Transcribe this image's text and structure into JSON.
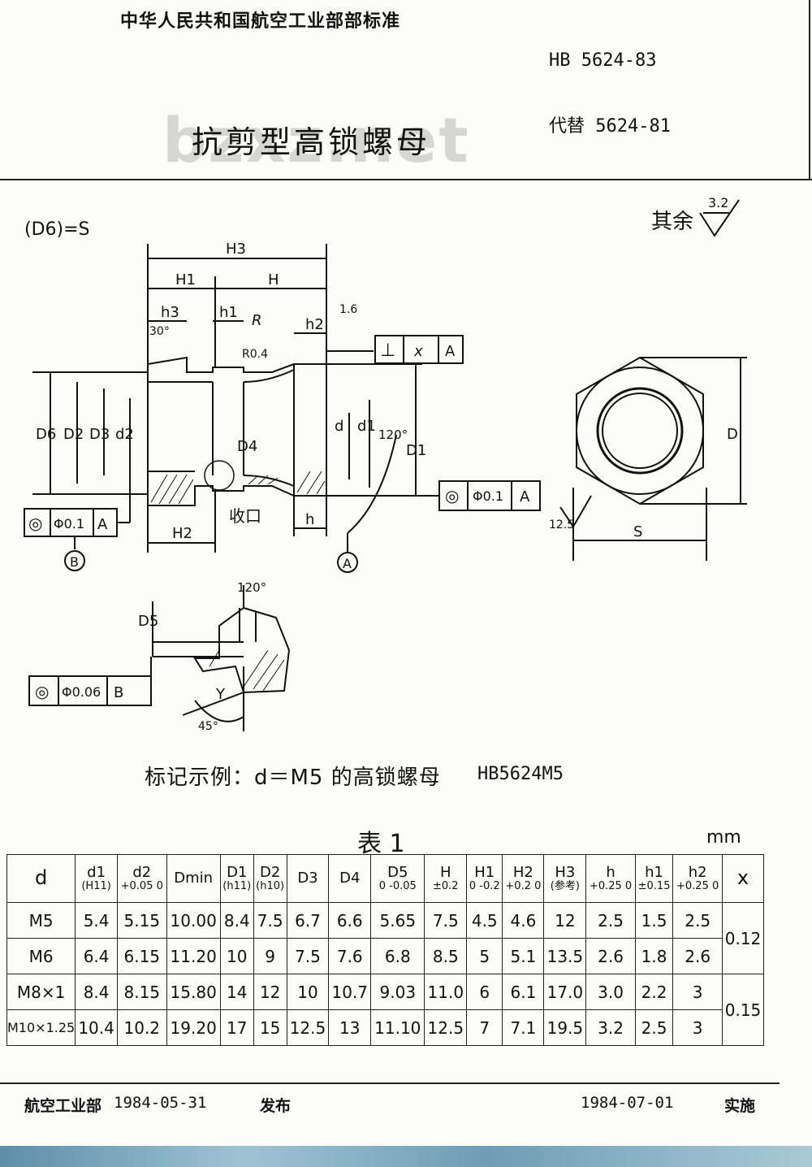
{
  "header": {
    "org": "中华人民共和国航空工业部部标准",
    "std_no": "HB 5624-83",
    "title": "抗剪型高锁螺母",
    "replace": "代替 5624-81",
    "watermark": "bzxz.net"
  },
  "drawing": {
    "d6_note": "(D6)=S",
    "roughness_rest": "其余",
    "roughness_value": "3.2",
    "labels": {
      "H3": "H3",
      "H1": "H1",
      "H": "H",
      "h3": "h3",
      "h1": "h1",
      "h2": "h2",
      "R": "R",
      "R04": "R0.4",
      "angle30": "30°",
      "rough16": "1.6",
      "D6": "D6",
      "D2": "D2",
      "D3": "D3",
      "d2": "d2",
      "D4": "D4",
      "d": "d",
      "d1": "d1",
      "angle120": "120°",
      "D1": "D1",
      "H2": "H2",
      "h": "h",
      "shoukou": "收口",
      "A": "A",
      "B": "B",
      "D": "D",
      "S": "S",
      "rough125": "12.5",
      "D5": "D5",
      "Y": "Y",
      "angle45": "45°",
      "angle120b": "120°"
    },
    "tolerance_frames": [
      {
        "symbol": "⊥",
        "value": "x",
        "datum": "A"
      },
      {
        "symbol": "◎",
        "value": "Φ0.1",
        "datum": "A"
      },
      {
        "symbol": "◎",
        "value": "Φ0.1",
        "datum": "A"
      },
      {
        "symbol": "◎",
        "value": "Φ0.06",
        "datum": "B"
      }
    ]
  },
  "mark_example": {
    "label": "标记示例：d＝M5 的高锁螺母",
    "code": "HB5624M5"
  },
  "table": {
    "caption": "表 1",
    "unit": "mm",
    "headers": [
      {
        "name": "d",
        "sub": ""
      },
      {
        "name": "d1",
        "sub": "(H11)"
      },
      {
        "name": "d2",
        "sub": "+0.05 0"
      },
      {
        "name": "Dmin",
        "sub": ""
      },
      {
        "name": "D1",
        "sub": "(h11)"
      },
      {
        "name": "D2",
        "sub": "(h10)"
      },
      {
        "name": "D3",
        "sub": ""
      },
      {
        "name": "D4",
        "sub": ""
      },
      {
        "name": "D5",
        "sub": "0 -0.05"
      },
      {
        "name": "H",
        "sub": "±0.2"
      },
      {
        "name": "H1",
        "sub": "0 -0.2"
      },
      {
        "name": "H2",
        "sub": "+0.2 0"
      },
      {
        "name": "H3",
        "sub": "(参考)"
      },
      {
        "name": "h",
        "sub": "+0.25 0"
      },
      {
        "name": "h1",
        "sub": "±0.15"
      },
      {
        "name": "h2",
        "sub": "+0.25 0"
      },
      {
        "name": "x",
        "sub": ""
      }
    ],
    "rows": [
      [
        "M5",
        "5.4",
        "5.15",
        "10.00",
        "8.4",
        "7.5",
        "6.7",
        "6.6",
        "5.65",
        "7.5",
        "4.5",
        "4.6",
        "12",
        "2.5",
        "1.5",
        "2.5"
      ],
      [
        "M6",
        "6.4",
        "6.15",
        "11.20",
        "10",
        "9",
        "7.5",
        "7.6",
        "6.8",
        "8.5",
        "5",
        "5.1",
        "13.5",
        "2.6",
        "1.8",
        "2.6"
      ],
      [
        "M8×1",
        "8.4",
        "8.15",
        "15.80",
        "14",
        "12",
        "10",
        "10.7",
        "9.03",
        "11.0",
        "6",
        "6.1",
        "17.0",
        "3.0",
        "2.2",
        "3"
      ],
      [
        "M10×1.25",
        "10.4",
        "10.2",
        "19.20",
        "17",
        "15",
        "12.5",
        "13",
        "11.10",
        "12.5",
        "7",
        "7.1",
        "19.5",
        "3.2",
        "2.5",
        "3"
      ]
    ],
    "x_values": [
      "0.12",
      "0.15"
    ]
  },
  "footer": {
    "issuer": "航空工业部",
    "issue_date": "1984-05-31",
    "issue_label": "发布",
    "effective_date": "1984-07-01",
    "effective_label": "实施"
  }
}
